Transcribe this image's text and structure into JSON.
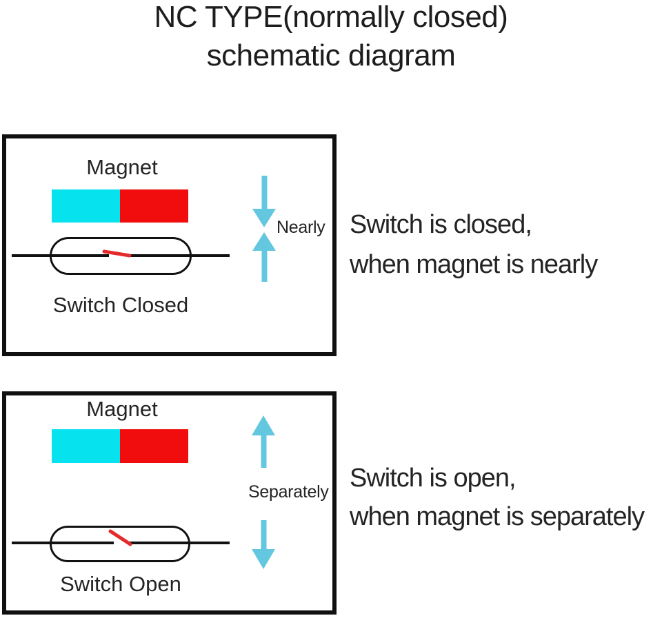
{
  "title": {
    "line1": "NC TYPE(normally closed)",
    "line2": "schematic diagram"
  },
  "colors": {
    "magnet_cyan": "#06E3EF",
    "magnet_red": "#F10D0D",
    "arrow_blue": "#63C7DF",
    "contact_red": "#E42A2A",
    "wire_black": "#111111"
  },
  "panels": {
    "closed": {
      "magnet_label": "Magnet",
      "switch_label": "Switch Closed",
      "arrow_label": "Nearly",
      "description_line1": "Switch is closed,",
      "description_line2": "when magnet is nearly"
    },
    "open": {
      "magnet_label": "Magnet",
      "switch_label": "Switch Open",
      "arrow_label": "Separately",
      "description_line1": "Switch is open,",
      "description_line2": "when magnet is separately"
    }
  }
}
